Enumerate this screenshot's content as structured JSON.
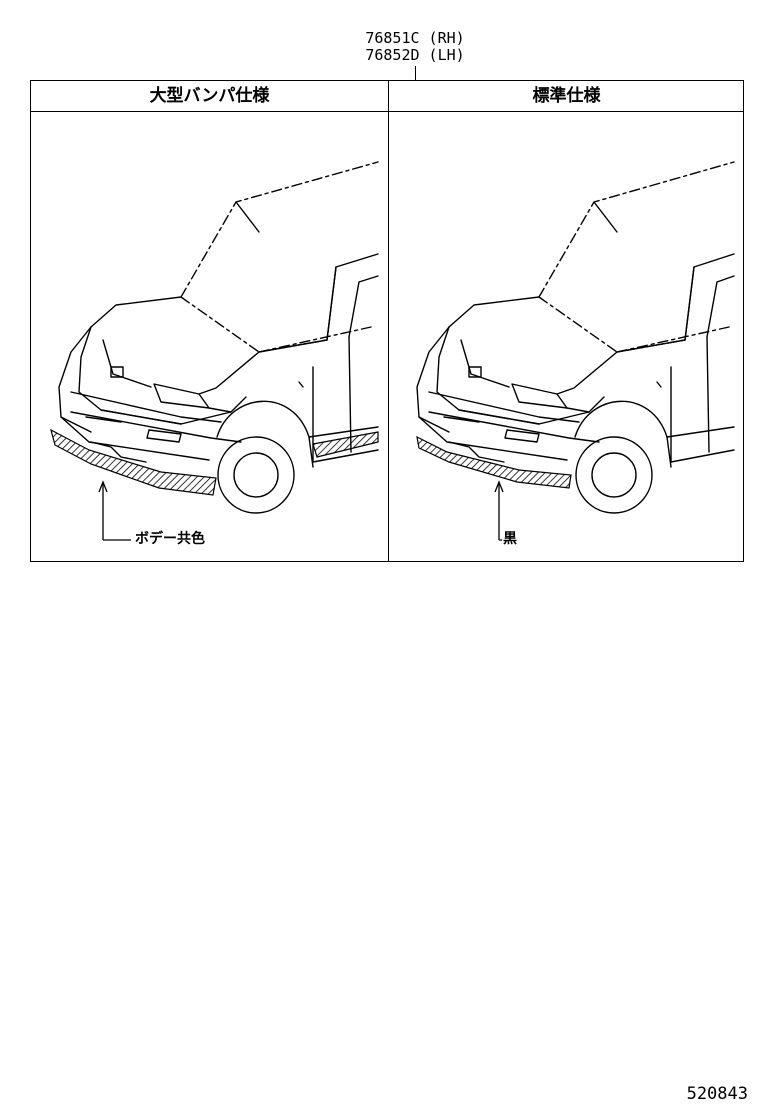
{
  "part_numbers": [
    "76851C (RH)",
    "76852D (LH)"
  ],
  "panels": [
    {
      "header": "大型バンパ仕様",
      "callout": "ボデー共色"
    },
    {
      "header": "標準仕様",
      "callout": "黒"
    }
  ],
  "figure_code": "520843",
  "colors": {
    "line": "#000000",
    "background": "#ffffff"
  }
}
